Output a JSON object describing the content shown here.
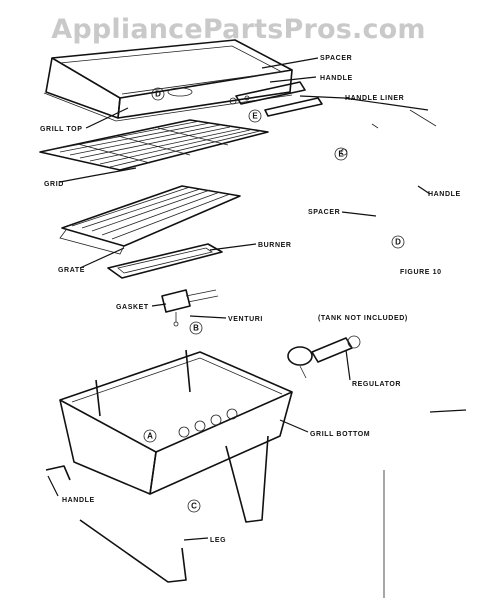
{
  "watermark": "AppliancePartsPros.com",
  "labels": {
    "spacer_top": "SPACER",
    "handle_top": "HANDLE",
    "handle_liner": "HANDLE LINER",
    "grill_top": "GRILL TOP",
    "grid": "GRID",
    "handle_right": "HANDLE",
    "spacer_right": "SPACER",
    "burner": "BURNER",
    "grate": "GRATE",
    "figure": "FIGURE 10",
    "gasket": "GASKET",
    "venturi": "VENTURI",
    "tank_note": "(TANK NOT INCLUDED)",
    "regulator": "REGULATOR",
    "grill_bottom": "GRILL BOTTOM",
    "handle_bottom": "HANDLE",
    "leg": "LEG"
  },
  "callouts": {
    "d_top": "D",
    "e_top": "E",
    "e_right": "E",
    "d_right": "D",
    "b": "B",
    "a": "A",
    "c": "C"
  }
}
